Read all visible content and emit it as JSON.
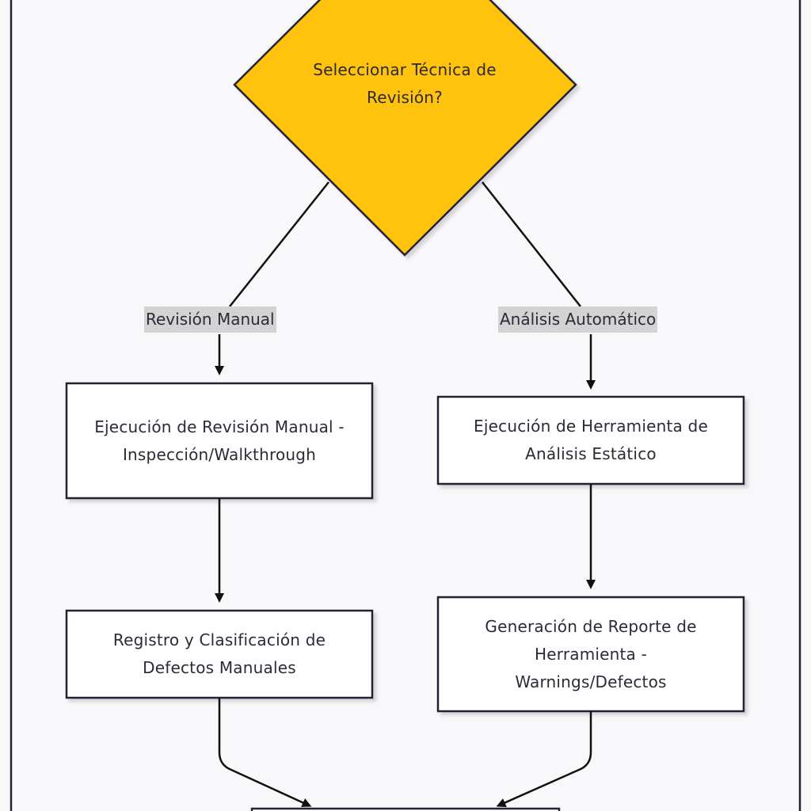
{
  "diagram": {
    "decision": {
      "label": "Seleccionar Técnica de Revisión?"
    },
    "edges": {
      "manual_label": "Revisión Manual",
      "auto_label": "Análisis Automático"
    },
    "nodes": {
      "manual_review": "Ejecución de Revisión Manual - Inspección/Walkthrough",
      "manual_defects": "Registro y Clasificación de Defectos Manuales",
      "static_tool": "Ejecución de Herramienta de Análisis Estático",
      "tool_report": "Generación de Reporte de Herramienta - Warnings/Defectos"
    },
    "colors": {
      "decision_fill": "#ffc20e",
      "node_fill": "#ffffff",
      "stroke": "#232333",
      "background": "#f8f8fa",
      "label_bg": "#d3d3d3"
    }
  }
}
